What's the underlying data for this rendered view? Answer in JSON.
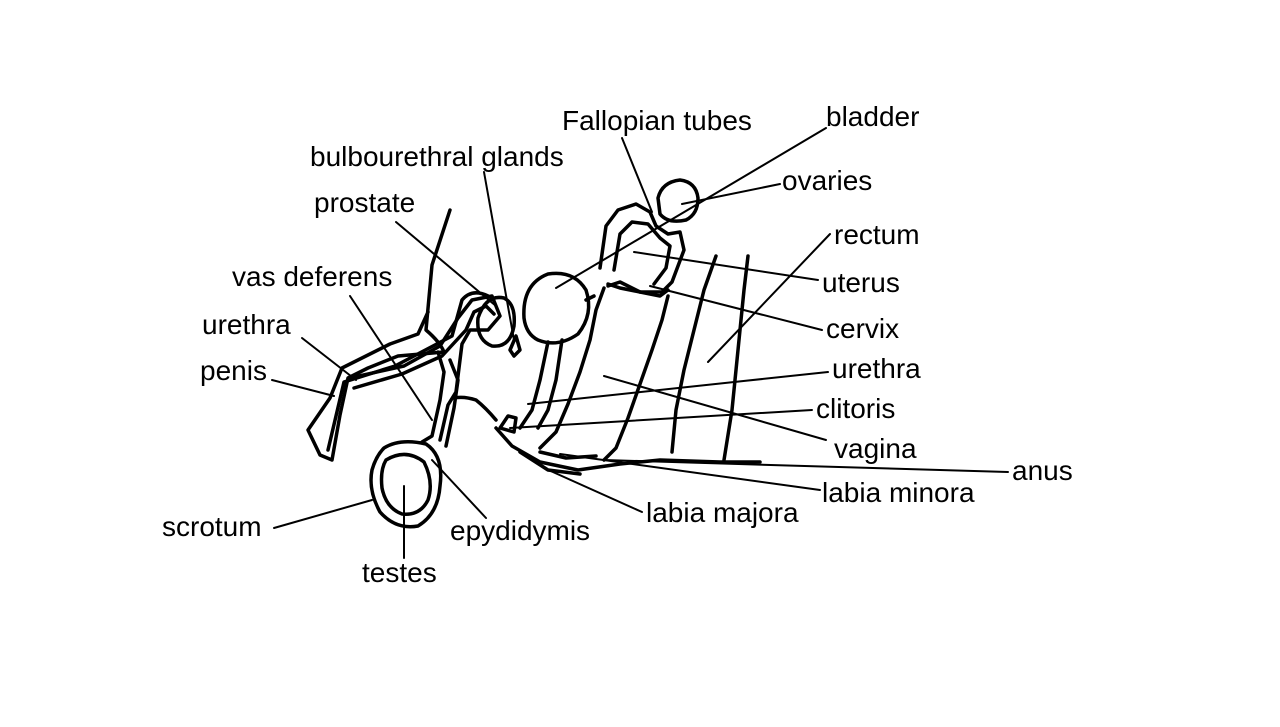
{
  "labels": {
    "fallopian_tubes": "Fallopian tubes",
    "bladder": "bladder",
    "bulbourethral_glands": "bulbourethral glands",
    "ovaries": "ovaries",
    "prostate": "prostate",
    "rectum": "rectum",
    "vas_deferens": "vas deferens",
    "uterus": "uterus",
    "urethra_male": "urethra",
    "cervix": "cervix",
    "penis": "penis",
    "urethra_female": "urethra",
    "clitoris": "clitoris",
    "vagina": "vagina",
    "anus": "anus",
    "labia_minora": "labia minora",
    "scrotum": "scrotum",
    "labia_majora": "labia majora",
    "epydidymis": "epydidymis",
    "testes": "testes"
  },
  "colors": {
    "stroke": "#000000",
    "background": "#ffffff"
  }
}
